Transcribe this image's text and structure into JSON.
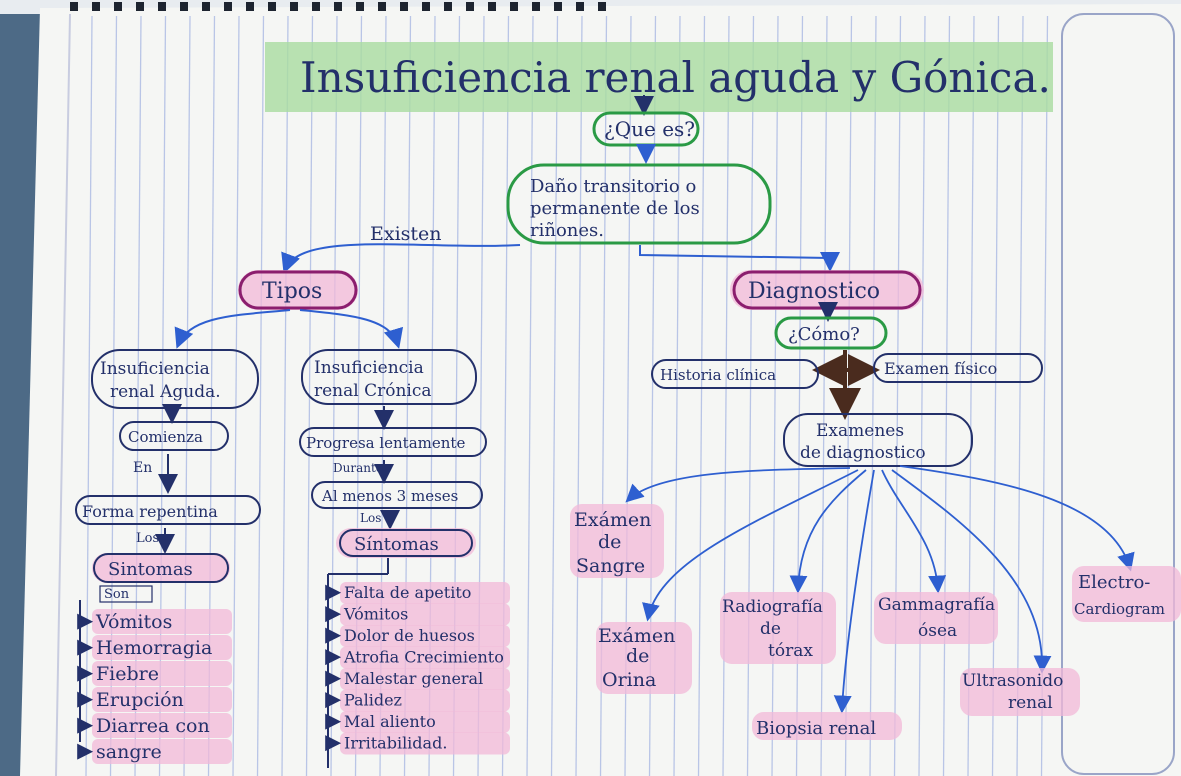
{
  "title": "Insuficiencia renal aguda y Gónica.",
  "question": "¿Que es?",
  "definition": [
    "Daño transitorio o",
    "permanente de los",
    "riñones."
  ],
  "link_existen": "Existen",
  "tipos": "Tipos",
  "aguda": {
    "title": [
      "Insuficiencia",
      "renal Aguda."
    ],
    "comienza": "Comienza",
    "link_en": "En",
    "forma": "Forma repentina",
    "link_los": "Los",
    "sintomas": "Sintomas",
    "link_son": "Son",
    "items": [
      "Vómitos",
      "Hemorragia",
      "Fiebre",
      "Erupción",
      "Diarrea con",
      "sangre"
    ]
  },
  "cronica": {
    "title": [
      "Insuficiencia",
      "renal Crónica"
    ],
    "progresa": "Progresa lentamente",
    "link_durante": "Durante",
    "meses": "Al menos 3 meses",
    "link_los": "Los",
    "sintomas": "Síntomas",
    "items": [
      "Falta de apetito",
      "Vómitos",
      "Dolor de huesos",
      "Atrofia Crecimiento",
      "Malestar general",
      "Palidez",
      "Mal aliento",
      "Irritabilidad."
    ]
  },
  "diagnostico": {
    "title": "Diagnostico",
    "como": "¿Cómo?",
    "historia": "Historia clínica",
    "examen_fisico": "Examen físico",
    "examenes": [
      "Examenes",
      "de diagnostico"
    ],
    "sangre": [
      "Exámen",
      "de",
      "Sangre"
    ],
    "orina": [
      "Exámen",
      "de",
      "Orina"
    ],
    "radiografia": [
      "Radiografía",
      "de",
      "tórax"
    ],
    "biopsia": "Biopsia renal",
    "gammagrafia": [
      "Gammagrafía",
      "ósea"
    ],
    "ultrasonido": [
      "Ultrasonido",
      "renal"
    ],
    "electro": [
      "Electro-",
      "Cardiogram"
    ]
  },
  "colors": {
    "ink": "#23306a",
    "pink": "#f2b8d8",
    "green": "#a9dca0",
    "arrow": "#2e5fd0"
  }
}
